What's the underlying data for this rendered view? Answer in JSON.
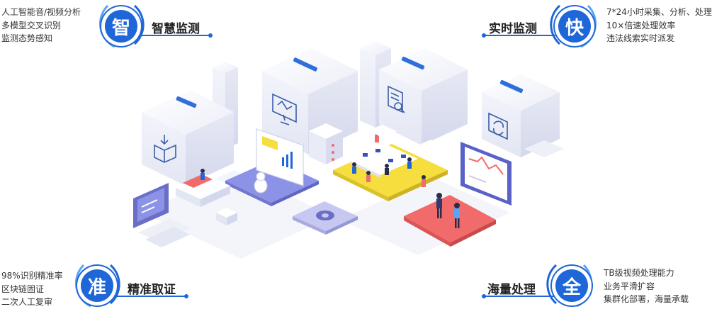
{
  "colors": {
    "accent": "#1f67d8",
    "accent_light": "#5aa4f5",
    "building": "#eef0f8",
    "platform_purple": "#8c93e6",
    "platform_yellow": "#f5de3d",
    "platform_red": "#f26b6b",
    "platform_lilac": "#c7c8f2"
  },
  "features": {
    "smart": {
      "badge": "智",
      "title": "智慧监测",
      "lines": [
        "人工智能音/视频分析",
        "多模型交叉识别",
        "监测态势感知"
      ]
    },
    "fast": {
      "badge": "快",
      "title": "实时监测",
      "lines": [
        "7*24小时采集、分析、处理",
        "10×倍速处理效率",
        "违法线索实时派发"
      ]
    },
    "accurate": {
      "badge": "准",
      "title": "精准取证",
      "lines": [
        "98%识别精准率",
        "区块链固证",
        "二次人工复审"
      ]
    },
    "full": {
      "badge": "全",
      "title": "海量处理",
      "lines": [
        "TB级视频处理能力",
        "业务平滑扩容",
        "集群化部署，海量承载"
      ]
    }
  },
  "illustration": {
    "blocks": [
      {
        "name": "block-collect",
        "icon": "download-box-icon"
      },
      {
        "name": "block-analysis",
        "icon": "monitor-graph-icon"
      },
      {
        "name": "block-recognition",
        "icon": "document-search-icon"
      },
      {
        "name": "block-dispatch",
        "icon": "refresh-monitor-icon"
      }
    ]
  }
}
